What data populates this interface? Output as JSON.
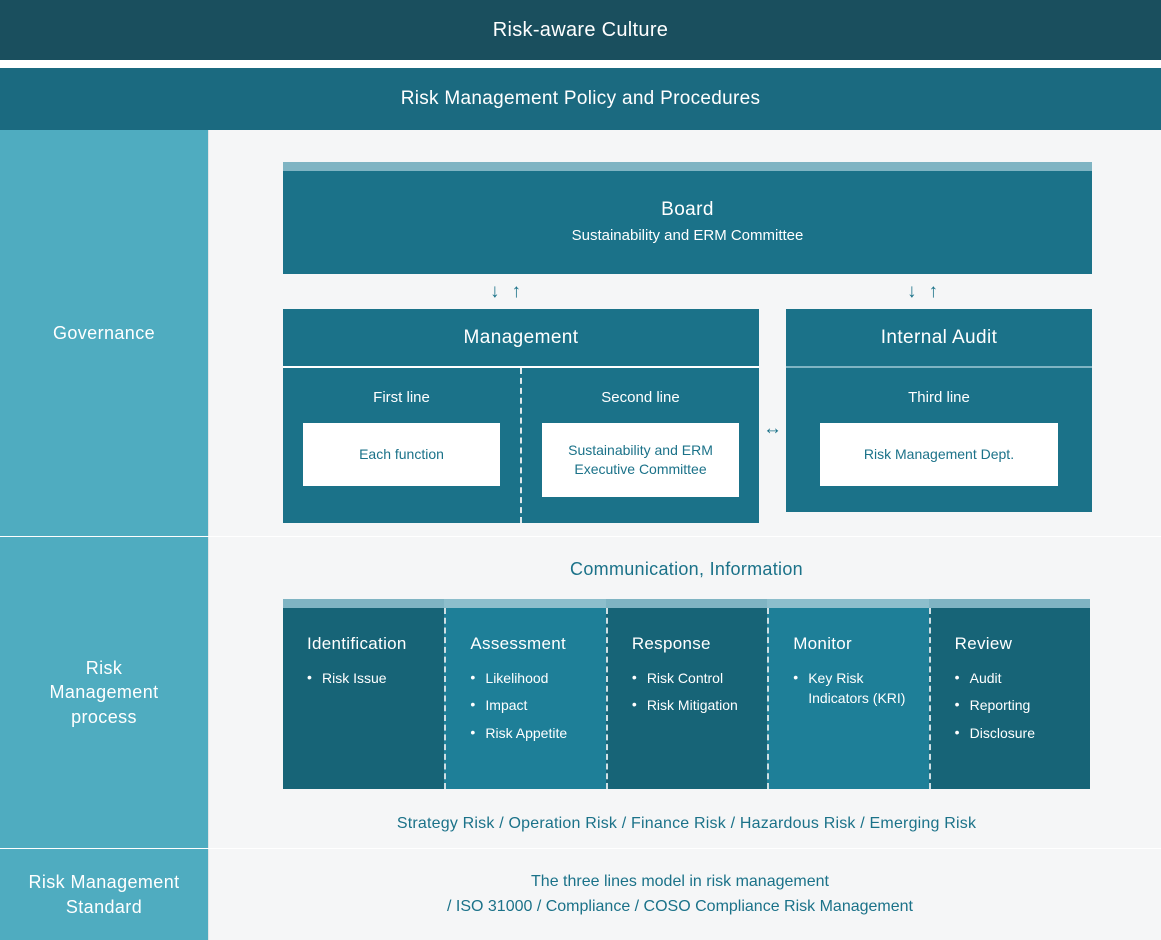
{
  "banners": {
    "culture": "Risk-aware Culture",
    "policy": "Risk Management Policy and Procedures"
  },
  "governance": {
    "sidebar_label": "Governance",
    "board": {
      "title": "Board",
      "subtitle": "Sustainability and ERM Committee"
    },
    "arrows": {
      "down": "↓",
      "up": "↑",
      "horizontal": "↔"
    },
    "management": {
      "title": "Management",
      "lines": [
        {
          "label": "First line",
          "card": "Each function"
        },
        {
          "label": "Second line",
          "card": "Sustainability and ERM\nExecutive Committee"
        }
      ]
    },
    "internal_audit": {
      "title": "Internal Audit",
      "line_label": "Third line",
      "card": "Risk Management Dept."
    }
  },
  "process": {
    "sidebar_label": "Risk\nManagement\nprocess",
    "communication_label": "Communication, Information",
    "columns": [
      {
        "title": "Identification",
        "items": [
          "Risk Issue"
        ],
        "shade": "dark"
      },
      {
        "title": "Assessment",
        "items": [
          "Likelihood",
          "Impact",
          "Risk Appetite"
        ],
        "shade": "light"
      },
      {
        "title": "Response",
        "items": [
          "Risk Control",
          "Risk Mitigation"
        ],
        "shade": "dark"
      },
      {
        "title": "Monitor",
        "items": [
          "Key Risk Indicators (KRI)"
        ],
        "shade": "light"
      },
      {
        "title": "Review",
        "items": [
          "Audit",
          "Reporting",
          "Disclosure"
        ],
        "shade": "dark"
      }
    ],
    "risk_types": "Strategy Risk / Operation Risk / Finance Risk / Hazardous Risk / Emerging Risk"
  },
  "standard": {
    "sidebar_label": "Risk Management\nStandard",
    "line1": "The three lines model in risk management",
    "line2": "/ ISO 31000 / Compliance / COSO Compliance Risk Management"
  },
  "colors": {
    "culture_banner": "#1a4f5e",
    "policy_banner": "#1b6a80",
    "sidebar": "#4facc0",
    "box": "#1b7289",
    "accent_stripe": "#7fb4c3",
    "process_dark": "#176477",
    "process_light": "#1e7f98",
    "text_teal": "#1b7289",
    "page_background": "#f5f6f7"
  }
}
